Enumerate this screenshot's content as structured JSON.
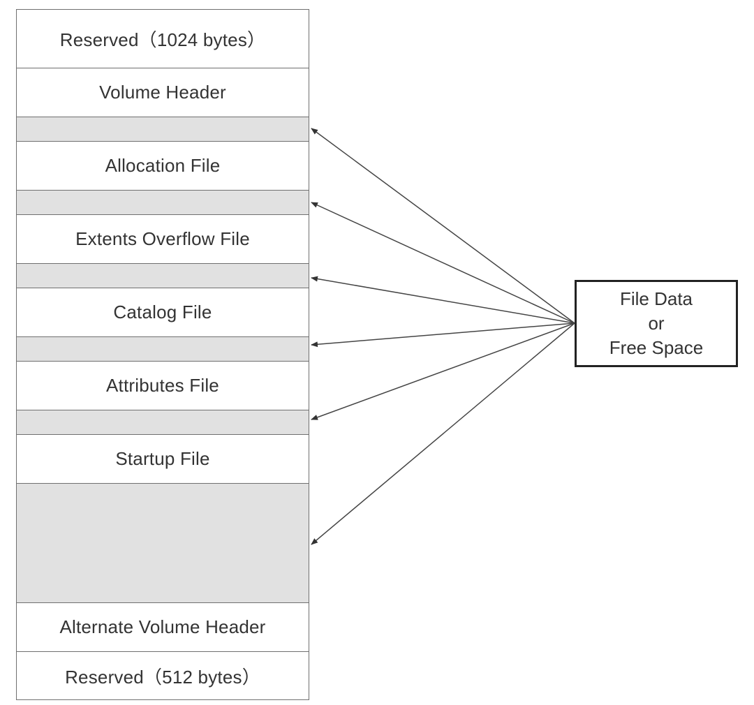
{
  "volume_layout": {
    "reserved_top": "Reserved（1024 bytes）",
    "volume_header": "Volume Header",
    "allocation_file": "Allocation File",
    "extents_overflow_file": "Extents Overflow File",
    "catalog_file": "Catalog File",
    "attributes_file": "Attributes File",
    "startup_file": "Startup File",
    "alternate_volume_header": "Alternate Volume Header",
    "reserved_bottom": "Reserved（512 bytes）"
  },
  "file_data_box": {
    "line1": "File Data",
    "line2": "or",
    "line3": "Free Space"
  }
}
